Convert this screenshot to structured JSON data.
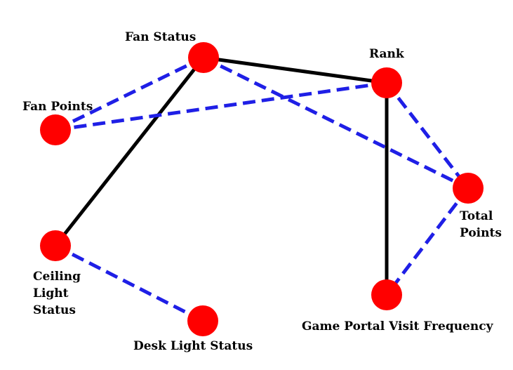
{
  "colors": {
    "node": "#ff0000",
    "solid_edge": "#000000",
    "dashed_edge": "#1f1fe6"
  },
  "nodes": {
    "fan_status": {
      "label": "Fan Status"
    },
    "rank": {
      "label": "Rank"
    },
    "fan_points": {
      "label": "Fan Points"
    },
    "total_points": {
      "label": "Total Points"
    },
    "ceiling_light_status": {
      "label": "Ceiling Light Status"
    },
    "desk_light_status": {
      "label": "Desk Light Status"
    },
    "game_portal_visit_frequency": {
      "label": "Game Portal Visit Frequency"
    }
  },
  "edges": [
    {
      "from": "fan_status",
      "to": "rank",
      "style": "solid"
    },
    {
      "from": "fan_status",
      "to": "ceiling_light_status",
      "style": "solid"
    },
    {
      "from": "rank",
      "to": "game_portal_visit_frequency",
      "style": "solid"
    },
    {
      "from": "fan_status",
      "to": "fan_points",
      "style": "dashed"
    },
    {
      "from": "rank",
      "to": "fan_points",
      "style": "dashed"
    },
    {
      "from": "fan_status",
      "to": "total_points",
      "style": "dashed"
    },
    {
      "from": "rank",
      "to": "total_points",
      "style": "dashed"
    },
    {
      "from": "total_points",
      "to": "game_portal_visit_frequency",
      "style": "dashed"
    },
    {
      "from": "ceiling_light_status",
      "to": "desk_light_status",
      "style": "dashed"
    }
  ]
}
